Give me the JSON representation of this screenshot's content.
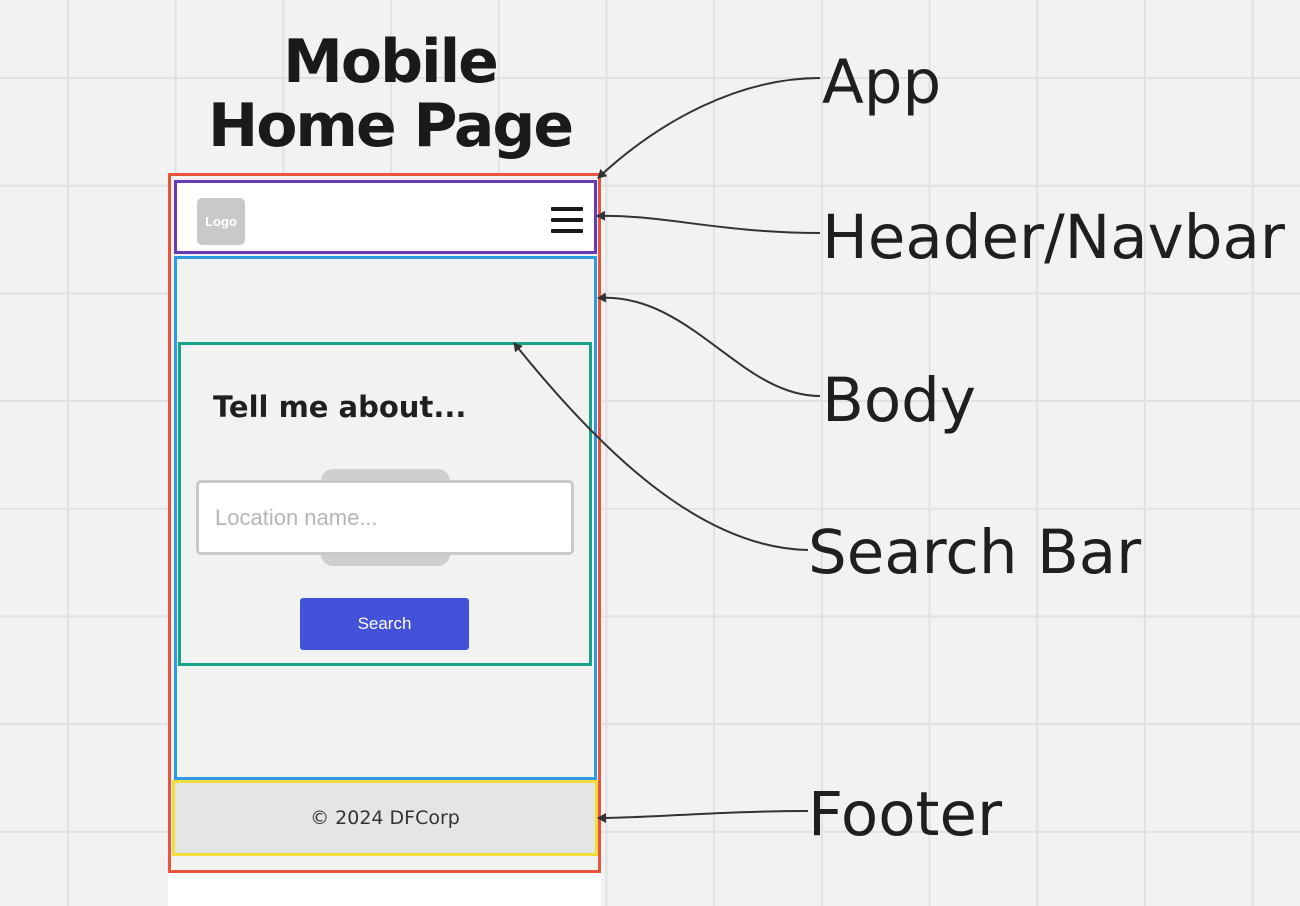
{
  "title": {
    "line1": "Mobile",
    "line2": "Home Page"
  },
  "header": {
    "logo_label": "Logo",
    "menu_icon": "hamburger-menu-icon"
  },
  "search": {
    "prompt": "Tell me about...",
    "placeholder": "Location name...",
    "button_label": "Search"
  },
  "footer": {
    "copyright": "©  2024 DFCorp"
  },
  "callouts": {
    "app": "App",
    "header": "Header/Navbar",
    "body": "Body",
    "search_bar": "Search Bar",
    "footer": "Footer"
  },
  "colors": {
    "app_border": "#e8553a",
    "header_border": "#6a3bb7",
    "body_border": "#2b9ae0",
    "search_border": "#16a389",
    "footer_border": "#f2dd3c",
    "button": "#4352d9"
  }
}
